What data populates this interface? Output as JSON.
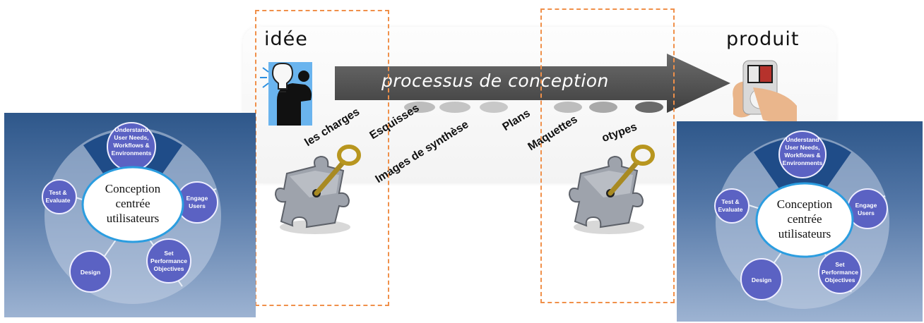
{
  "flow": {
    "start_label": "idée",
    "end_label": "produit",
    "arrow_label": "processus de conception",
    "steps": [
      "les charges",
      "Esquisses",
      "Images de synthèse",
      "Plans",
      "Maquettes",
      "otypes"
    ]
  },
  "cycle": {
    "segments": {
      "understand": [
        "Understand",
        "User Needs,",
        "Workflows &",
        "Environments"
      ],
      "engage": [
        "Engage",
        "Users"
      ],
      "objectives": [
        "Set",
        "Performance",
        "Objectives"
      ],
      "design": [
        "Design"
      ],
      "test": [
        "Test &",
        "Evaluate"
      ]
    },
    "center": [
      "Conception",
      "centrée",
      "utilisateurs"
    ]
  },
  "colors": {
    "dashed_box": "#f0904a",
    "arrow": "#5a5a5a",
    "cycle_bg_top": "#2e578a",
    "cycle_bg_bottom": "#9db3d2",
    "circle_fill": "#5b62c3"
  },
  "icons": [
    "thinker-idea-icon",
    "hand-mp3-player-icon",
    "puzzle-key-icon"
  ]
}
